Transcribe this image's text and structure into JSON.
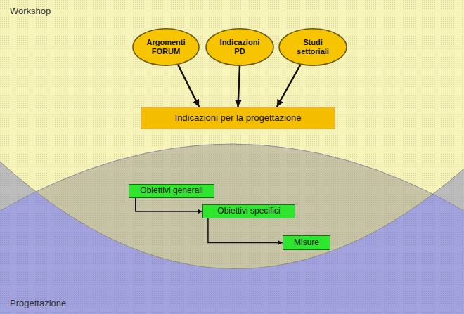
{
  "diagram": {
    "nodes": [
      {
        "text": [
          "Argomenti FORUM"
        ]
      },
      {
        "text": [
          "Indicazioni PD"
        ]
      },
      {
        "text": [
          "Studi settoriali"
        ]
      },
      {
        "text": [
          "Indicazioni per la progettazione"
        ]
      },
      {
        "text": [
          "Obiettivi generali"
        ]
      },
      {
        "text": [
          "Obiettivi specifici"
        ]
      },
      {
        "text": [
          "Misure"
        ]
      }
    ],
    "edges": [
      {
        "from": 0,
        "to": 3,
        "arrow": "to"
      },
      {
        "from": 1,
        "to": 3,
        "arrow": "to"
      },
      {
        "from": 2,
        "to": 3,
        "arrow": "to"
      },
      {
        "from": 4,
        "to": 5,
        "arrow": "to"
      },
      {
        "from": 5,
        "to": 6,
        "arrow": "to"
      }
    ],
    "labels": [
      "Workshop",
      "Progettazione"
    ]
  }
}
